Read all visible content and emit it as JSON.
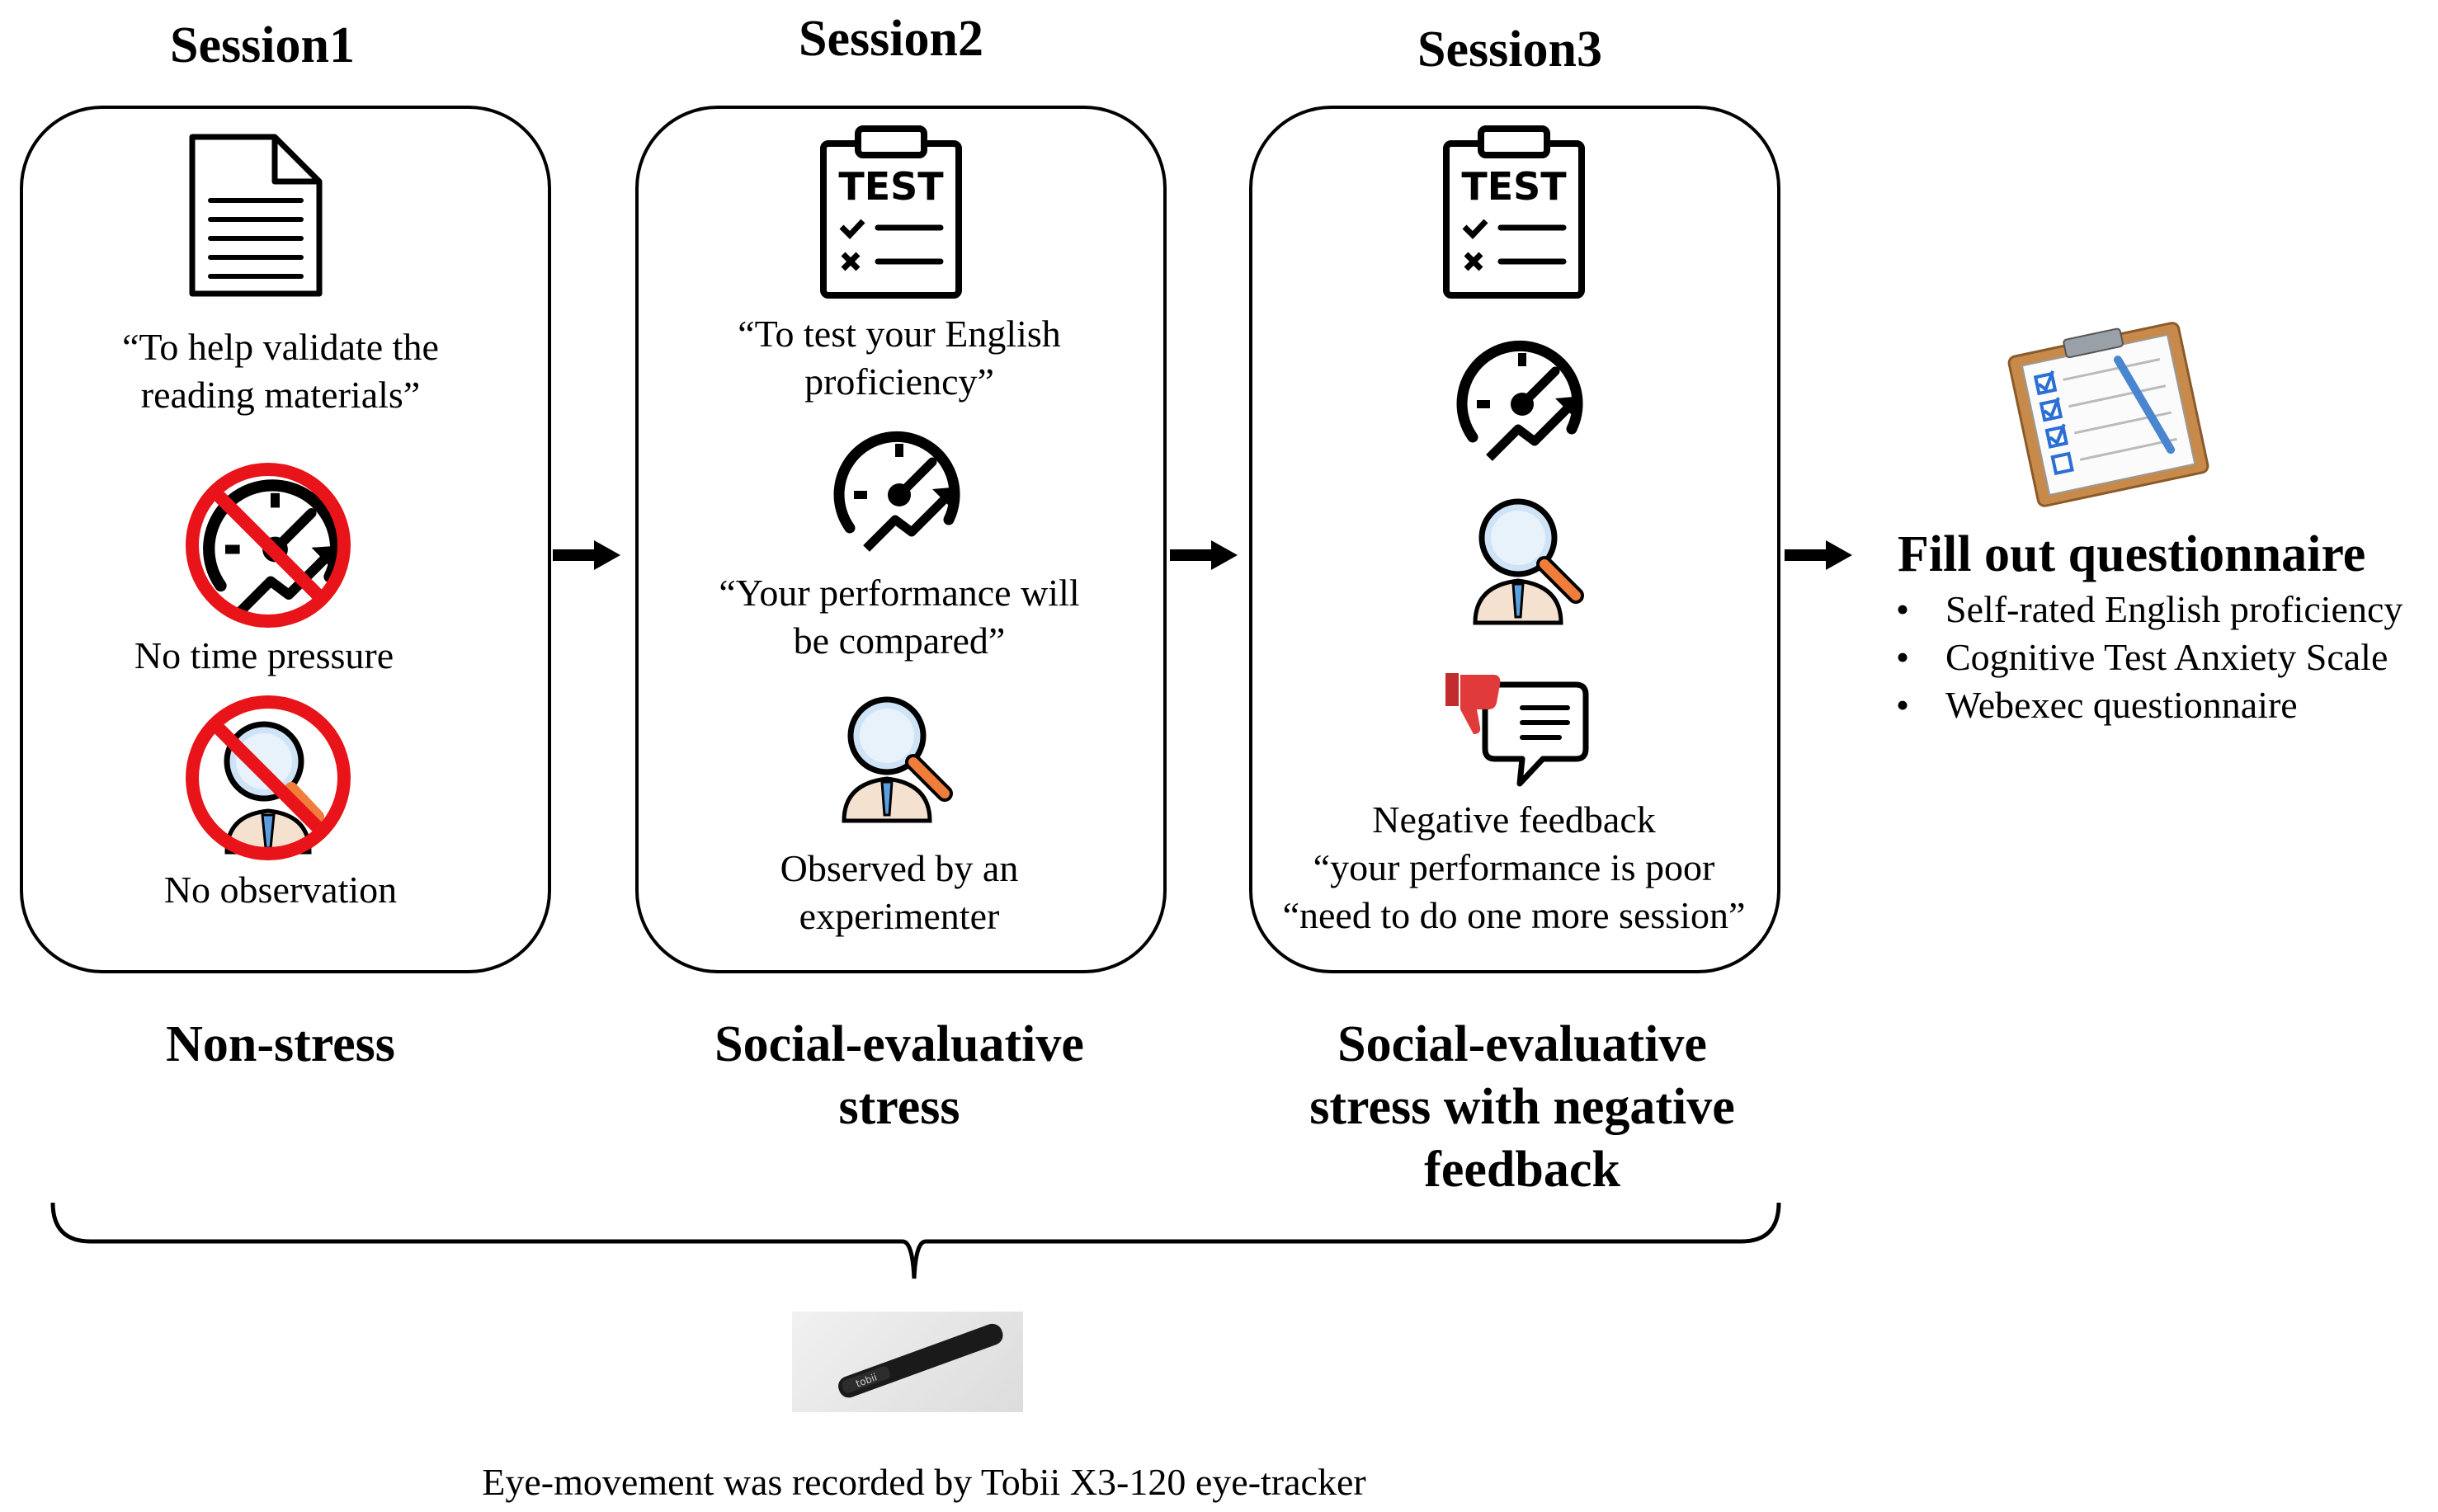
{
  "sessions": [
    {
      "title": "Session1",
      "lines": [
        "“To help validate the",
        "reading materials”"
      ],
      "no_time": "No time pressure",
      "no_obs": "No observation",
      "condition": [
        "Non-stress"
      ]
    },
    {
      "title": "Session2",
      "lines": [
        "“To test your English",
        "proficiency”"
      ],
      "compare": [
        "“Your performance will",
        "be compared”"
      ],
      "observed": [
        "Observed by an",
        "experimenter"
      ],
      "condition": [
        "Social-evaluative",
        "stress"
      ]
    },
    {
      "title": "Session3",
      "feedback": [
        "Negative feedback",
        "“your performance is poor",
        "“need to do one more session”"
      ],
      "condition": [
        "Social-evaluative",
        "stress with negative",
        "feedback"
      ]
    }
  ],
  "test_label": "TEST",
  "questionnaire": {
    "title": "Fill out questionnaire",
    "items": [
      "Self-rated English proficiency",
      "Cognitive Test Anxiety Scale",
      "Webexec questionnaire"
    ]
  },
  "tracker_logo": "tobii",
  "footer": "Eye-movement was recorded by Tobii X3-120 eye-tracker",
  "colors": {
    "prohibit": "#e8141a",
    "magnifier": "#5aa0e0",
    "handle": "#f07e3a",
    "thumb": "#e03a3a"
  }
}
